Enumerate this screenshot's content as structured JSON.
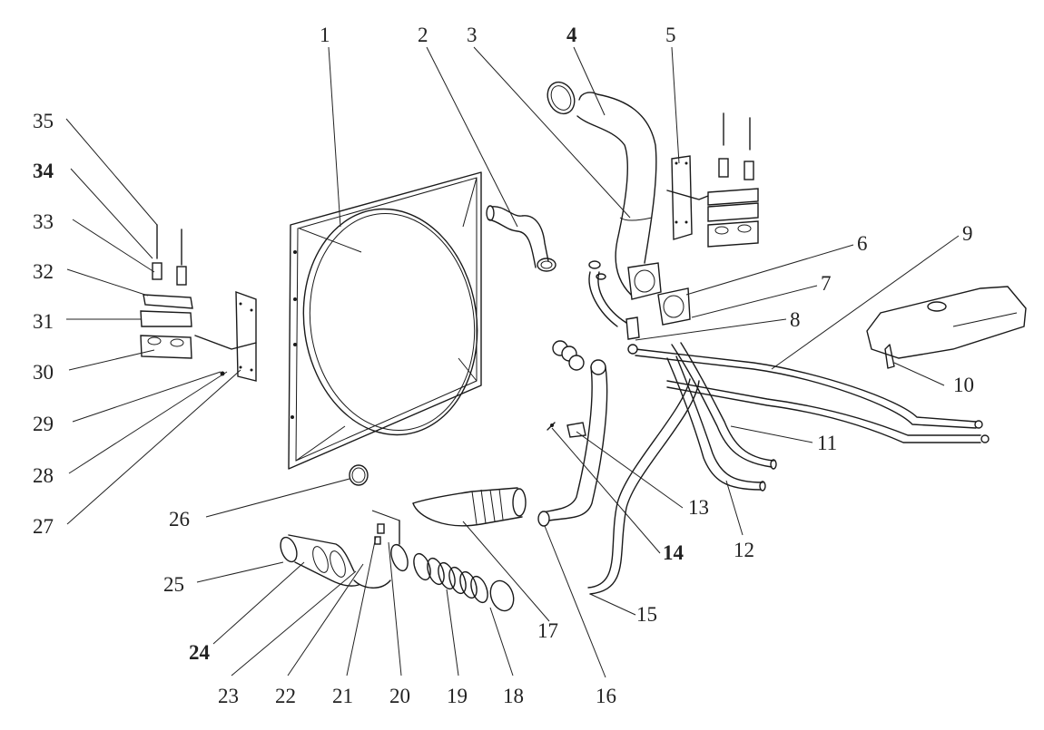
{
  "diagram": {
    "type": "exploded-parts-diagram",
    "subject": "Radiator shroud, intercooler hoses, pipes and mounting brackets",
    "callouts": [
      {
        "id": "1",
        "label": "1"
      },
      {
        "id": "2",
        "label": "2"
      },
      {
        "id": "3",
        "label": "3"
      },
      {
        "id": "4",
        "label": "4"
      },
      {
        "id": "5",
        "label": "5"
      },
      {
        "id": "6",
        "label": "6"
      },
      {
        "id": "7",
        "label": "7"
      },
      {
        "id": "8",
        "label": "8"
      },
      {
        "id": "9",
        "label": "9"
      },
      {
        "id": "10",
        "label": "10"
      },
      {
        "id": "11",
        "label": "11"
      },
      {
        "id": "12",
        "label": "12"
      },
      {
        "id": "13",
        "label": "13"
      },
      {
        "id": "14",
        "label": "14"
      },
      {
        "id": "15",
        "label": "15"
      },
      {
        "id": "16",
        "label": "16"
      },
      {
        "id": "17",
        "label": "17"
      },
      {
        "id": "18",
        "label": "18"
      },
      {
        "id": "19",
        "label": "19"
      },
      {
        "id": "20",
        "label": "20"
      },
      {
        "id": "21",
        "label": "21"
      },
      {
        "id": "22",
        "label": "22"
      },
      {
        "id": "23",
        "label": "23"
      },
      {
        "id": "24",
        "label": "24"
      },
      {
        "id": "25",
        "label": "25"
      },
      {
        "id": "26",
        "label": "26"
      },
      {
        "id": "27",
        "label": "27"
      },
      {
        "id": "28",
        "label": "28"
      },
      {
        "id": "29",
        "label": "29"
      },
      {
        "id": "30",
        "label": "30"
      },
      {
        "id": "31",
        "label": "31"
      },
      {
        "id": "32",
        "label": "32"
      },
      {
        "id": "33",
        "label": "33"
      },
      {
        "id": "34",
        "label": "34"
      },
      {
        "id": "35",
        "label": "35"
      }
    ]
  }
}
